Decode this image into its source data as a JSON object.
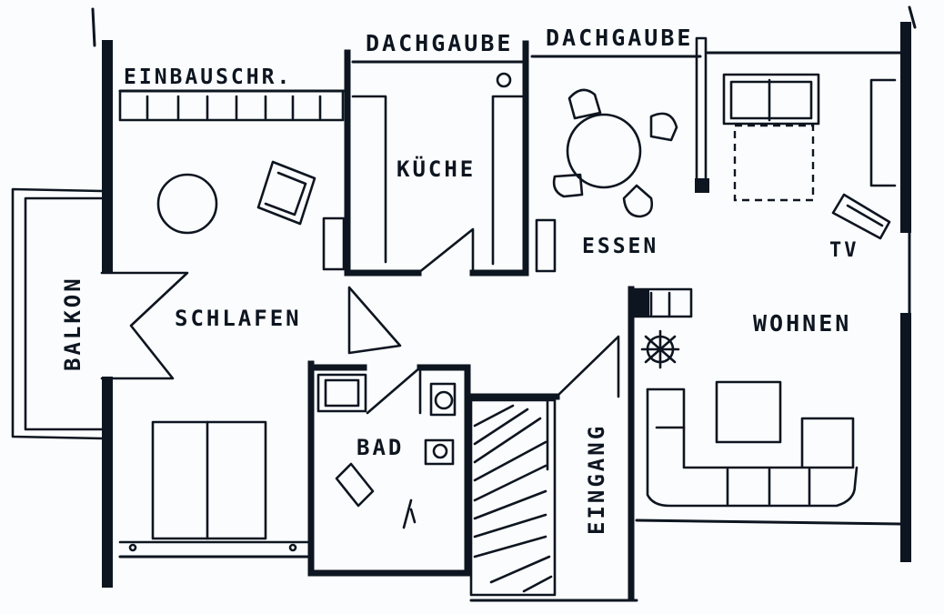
{
  "labels": {
    "dachgaube_1": "DACHGAUBE",
    "dachgaube_2": "DACHGAUBE",
    "einbauschr": "EINBAUSCHR.",
    "kueche": "KÜCHE",
    "essen": "ESSEN",
    "tv": "TV",
    "balkon": "BALKON",
    "schlafen": "SCHLAFEN",
    "wohnen": "WOHNEN",
    "bad": "BAD",
    "eingang": "EINGANG"
  },
  "colors": {
    "ink": "#0d1520",
    "paper": "#fbfcfd"
  }
}
